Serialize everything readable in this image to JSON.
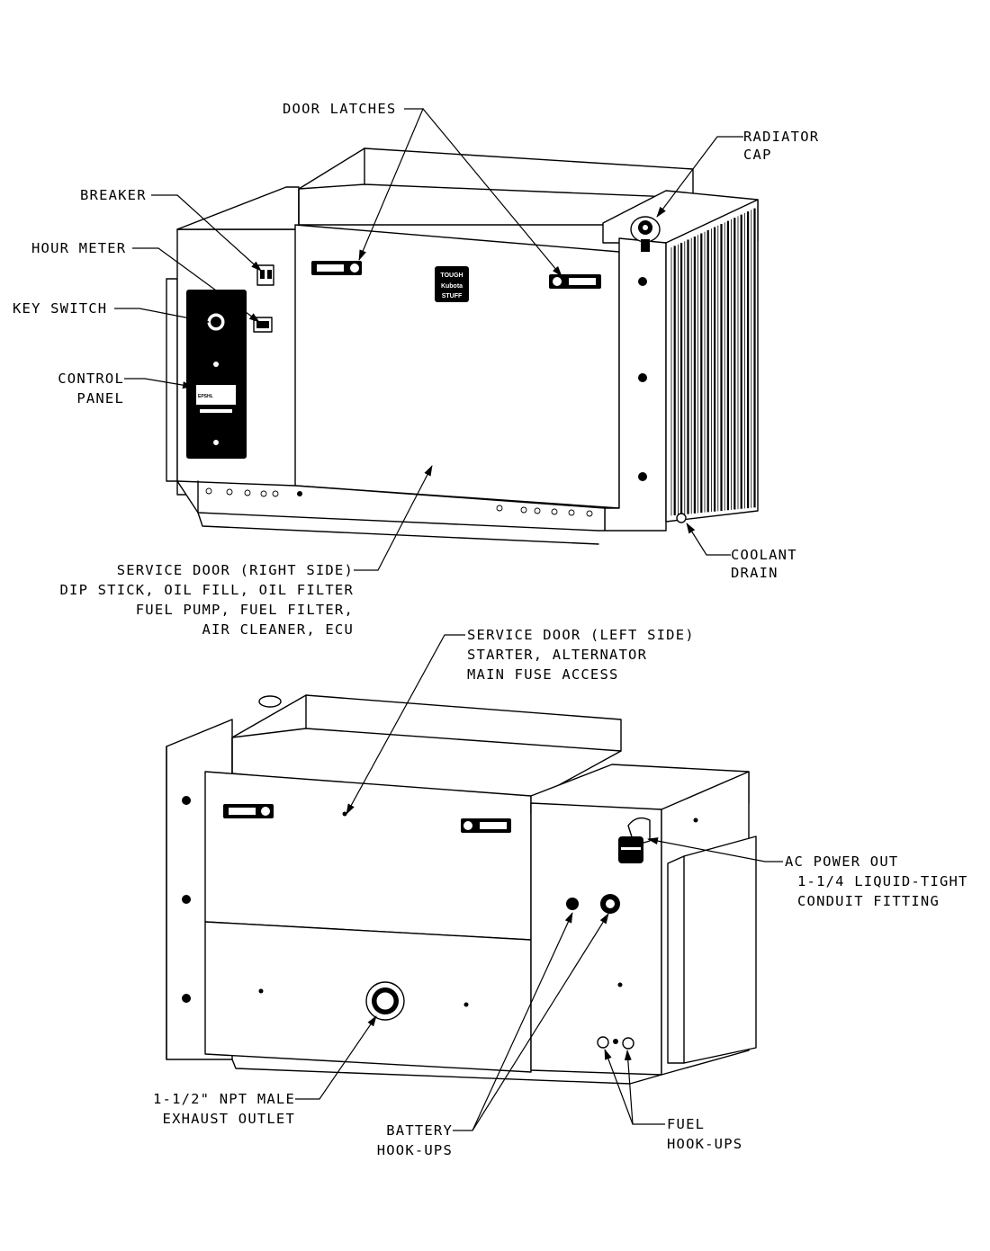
{
  "labels": {
    "door_latches": "DOOR LATCHES",
    "radiator_cap": [
      "RADIATOR",
      "CAP"
    ],
    "breaker": "BREAKER",
    "hour_meter": "HOUR METER",
    "key_switch": "KEY SWITCH",
    "control_panel": [
      "CONTROL",
      "PANEL"
    ],
    "coolant_drain": [
      "COOLANT",
      "DRAIN"
    ],
    "service_door_right": [
      "SERVICE DOOR (RIGHT SIDE)",
      "DIP STICK, OIL FILL, OIL FILTER",
      "FUEL PUMP, FUEL FILTER,",
      "AIR CLEANER, ECU"
    ],
    "service_door_left": [
      "SERVICE DOOR (LEFT SIDE)",
      "STARTER, ALTERNATOR",
      "MAIN FUSE ACCESS"
    ],
    "ac_power_out": [
      "AC POWER OUT",
      "1-1/4 LIQUID-TIGHT",
      "CONDUIT FITTING"
    ],
    "exhaust_outlet": [
      "1-1/2\" NPT MALE",
      "EXHAUST OUTLET"
    ],
    "battery_hookups": [
      "BATTERY",
      "HOOK-UPS"
    ],
    "fuel_hookups": [
      "FUEL",
      "HOOK-UPS"
    ]
  },
  "logo": [
    "TOUGH",
    "Kubota",
    "STUFF"
  ],
  "panel_brand": "EPSHL"
}
